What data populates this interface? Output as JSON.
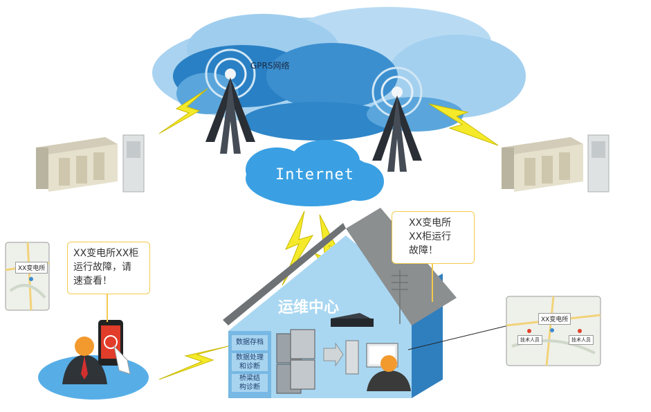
{
  "labels": {
    "gprs": "GPRS网络",
    "internet": "Internet",
    "center": "运维中心",
    "data_storage": "数据存档",
    "data_processing": [
      "数据处理",
      "和诊断"
    ],
    "bridge_diag": [
      "桥梁结",
      "构诊断"
    ]
  },
  "callouts": {
    "phone_alert": [
      "XX变电所XX柜",
      "运行故障，请",
      "速查看！"
    ],
    "center_alert": [
      "XX变电所",
      "XX柜运行",
      "故障！"
    ]
  },
  "maps": {
    "left_pin": "XX变电所",
    "right_pin": "XX变电所",
    "right_tech_a": "技术人员",
    "right_tech_b": "技术人员"
  },
  "colors": {
    "cloud_dark": "#2a80c4",
    "cloud_light": "#a9d3f0",
    "internet_cloud": "#3aa0e3",
    "house_wall": "#a9d7f2",
    "house_roof": "#8c8f90",
    "bolt": "#f4ea2a",
    "callout_border": "#f2c94c"
  }
}
